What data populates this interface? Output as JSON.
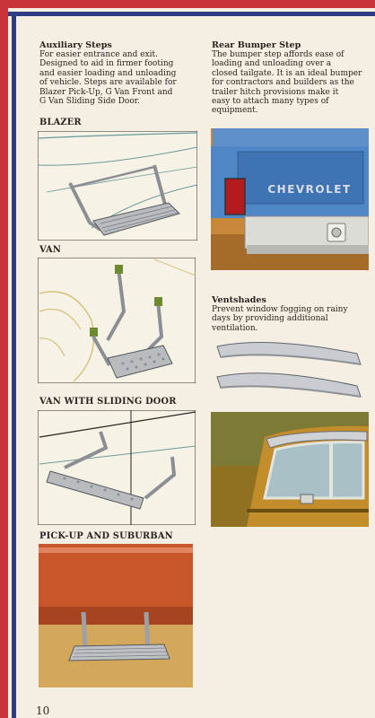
{
  "page_number": "10",
  "auxiliary_steps": {
    "heading": "Auxiliary Steps",
    "lines": [
      "For easier entrance and exit.",
      "Designed to aid in firmer footing",
      "and easier loading and unloading",
      "of vehicle. Steps are available for",
      "Blazer Pick-Up, G Van Front and",
      "G Van Sliding Side Door."
    ]
  },
  "rear_bumper_step": {
    "heading": "Rear Bumper Step",
    "lines": [
      "The bumper step affords ease of",
      "loading and unloading over a",
      "closed tailgate. It is an ideal bumper",
      "for contractors and builders as the",
      "trailer hitch provisions make it",
      "easy to attach many types of",
      "equipment."
    ]
  },
  "ventshades": {
    "heading": "Ventshades",
    "lines": [
      "Prevent window fogging on rainy",
      "days by providing additional",
      "ventilation."
    ]
  },
  "labels": {
    "blazer": "BLAZER",
    "van": "VAN",
    "van_sliding": "VAN WITH SLIDING DOOR",
    "pickup": "PICK-UP AND SUBURBAN"
  },
  "tailgate_text": "CHEVROLET",
  "colors": {
    "red_stripe": "#c9343a",
    "blue_stripe": "#2d3b82",
    "paper": "#f4efe2",
    "truck_blue": "#4f86c6",
    "orange_body": "#c8562a",
    "van_gold": "#b98a28"
  }
}
